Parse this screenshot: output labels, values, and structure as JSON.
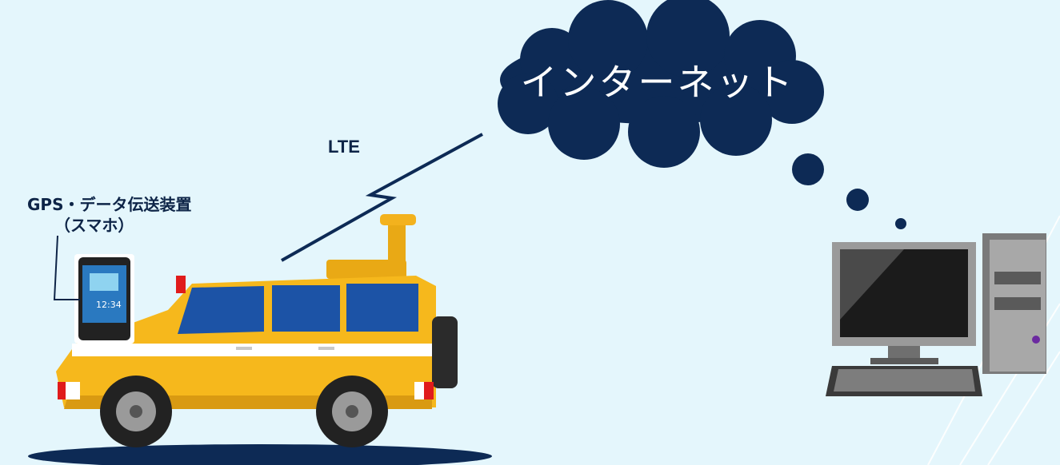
{
  "cloud": {
    "label": "インターネット",
    "color": "#0d2a55"
  },
  "link": {
    "label": "LTE"
  },
  "device": {
    "label_line1": "GPS・データ伝送装置",
    "label_line2": "（スマホ）",
    "time": "12:34"
  },
  "colors": {
    "background": "#e4f6fc",
    "navy": "#0d2a55",
    "vehicle": "#f6b81c"
  }
}
